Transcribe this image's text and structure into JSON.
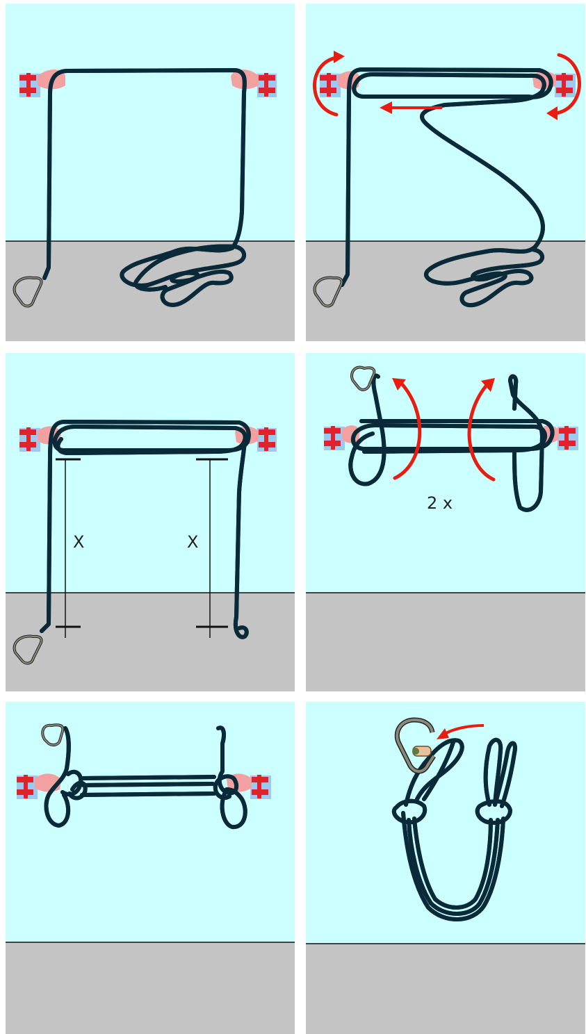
{
  "colors": {
    "sky": "#ccffff",
    "floor": "#c4c4c4",
    "rope": "#2299cc",
    "rope_outline": "#0a2a3a",
    "arrow": "#e81c10",
    "hand_red": "#e0222a",
    "hand_pink": "#f2a0a0",
    "hand_blue": "#9fc8f0",
    "carabiner": "#8a8a7c"
  },
  "icons": [
    "hand-icon",
    "carabiner-icon",
    "curved-arrow-icon",
    "straight-arrow-icon"
  ],
  "panel3": {
    "length_mark_left": "X",
    "length_mark_right": "X"
  },
  "panel4": {
    "repeat_label": "2 x"
  }
}
